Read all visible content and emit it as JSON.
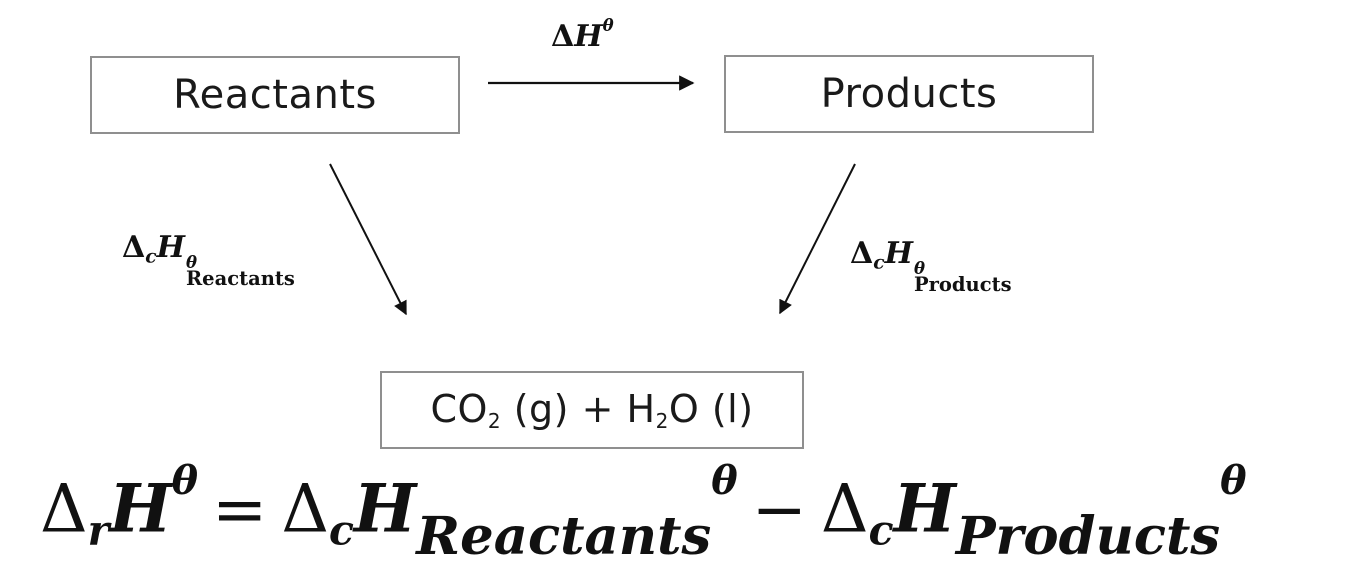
{
  "boxes": {
    "reactants": "Reactants",
    "products": "Products",
    "combustion": {
      "co": "CO",
      "co_sub": "2",
      "mid": " (g) + H",
      "h_sub": "2",
      "tail": "O (l)"
    }
  },
  "arrow_labels": {
    "top": {
      "delta": "Δ",
      "h": "H",
      "theta": "θ"
    },
    "left": {
      "delta": "Δ",
      "c": "c",
      "h": "H",
      "theta": "θ",
      "subscript": "Reactants"
    },
    "right": {
      "delta": "Δ",
      "c": "c",
      "h": "H",
      "theta": "θ",
      "subscript": "Products"
    }
  },
  "equation": {
    "delta1": "Δ",
    "r": "r",
    "h1": "H",
    "theta1": "θ",
    "equals": "=",
    "delta2": "Δ",
    "c1": "c",
    "h2": "H",
    "reactants": "Reactants",
    "theta2": "θ",
    "minus": "−",
    "delta3": "Δ",
    "c2": "c",
    "h3": "H",
    "products": "Products",
    "theta3": "θ"
  }
}
